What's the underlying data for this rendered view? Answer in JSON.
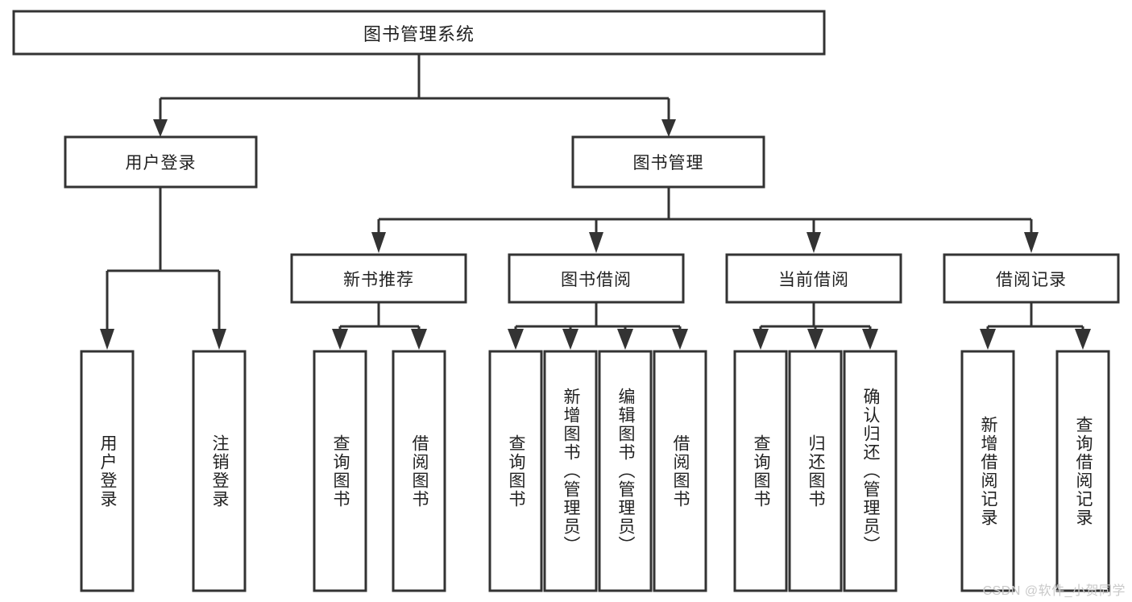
{
  "diagram": {
    "type": "hierarchy-tree",
    "title": "图书管理系统",
    "watermark": "CSDN @软件_小贺同学",
    "colors": {
      "stroke": "#333333",
      "fill": "#ffffff",
      "text": "#222222",
      "watermark": "#c9c9c9"
    },
    "levels": {
      "root": {
        "label": "图书管理系统"
      },
      "level2": [
        {
          "label": "用户登录"
        },
        {
          "label": "图书管理"
        }
      ],
      "level3": [
        {
          "label": "新书推荐"
        },
        {
          "label": "图书借阅"
        },
        {
          "label": "当前借阅"
        },
        {
          "label": "借阅记录"
        }
      ],
      "leaves": [
        {
          "label": "用户登录",
          "parent": "用户登录"
        },
        {
          "label": "注销登录",
          "parent": "用户登录"
        },
        {
          "label": "查询图书",
          "parent": "新书推荐"
        },
        {
          "label": "借阅图书",
          "parent": "新书推荐"
        },
        {
          "label": "查询图书",
          "parent": "图书借阅"
        },
        {
          "label": "新增图书（管理员）",
          "parent": "图书借阅"
        },
        {
          "label": "编辑图书（管理员）",
          "parent": "图书借阅"
        },
        {
          "label": "借阅图书",
          "parent": "图书借阅"
        },
        {
          "label": "查询图书",
          "parent": "当前借阅"
        },
        {
          "label": "归还图书",
          "parent": "当前借阅"
        },
        {
          "label": "确认归还（管理员）",
          "parent": "当前借阅"
        },
        {
          "label": "新增借阅记录",
          "parent": "借阅记录"
        },
        {
          "label": "查询借阅记录",
          "parent": "借阅记录"
        }
      ]
    },
    "edges": [
      {
        "from": "图书管理系统",
        "to": "用户登录"
      },
      {
        "from": "图书管理系统",
        "to": "图书管理"
      },
      {
        "from": "图书管理",
        "to": "新书推荐"
      },
      {
        "from": "图书管理",
        "to": "图书借阅"
      },
      {
        "from": "图书管理",
        "to": "当前借阅"
      },
      {
        "from": "图书管理",
        "to": "借阅记录"
      },
      {
        "from": "用户登录",
        "to": "用户登录"
      },
      {
        "from": "用户登录",
        "to": "注销登录"
      },
      {
        "from": "新书推荐",
        "to": "查询图书"
      },
      {
        "from": "新书推荐",
        "to": "借阅图书"
      },
      {
        "from": "图书借阅",
        "to": "查询图书"
      },
      {
        "from": "图书借阅",
        "to": "新增图书（管理员）"
      },
      {
        "from": "图书借阅",
        "to": "编辑图书（管理员）"
      },
      {
        "from": "图书借阅",
        "to": "借阅图书"
      },
      {
        "from": "当前借阅",
        "to": "查询图书"
      },
      {
        "from": "当前借阅",
        "to": "归还图书"
      },
      {
        "from": "当前借阅",
        "to": "确认归还（管理员）"
      },
      {
        "from": "借阅记录",
        "to": "新增借阅记录"
      },
      {
        "from": "借阅记录",
        "to": "查询借阅记录"
      }
    ]
  }
}
